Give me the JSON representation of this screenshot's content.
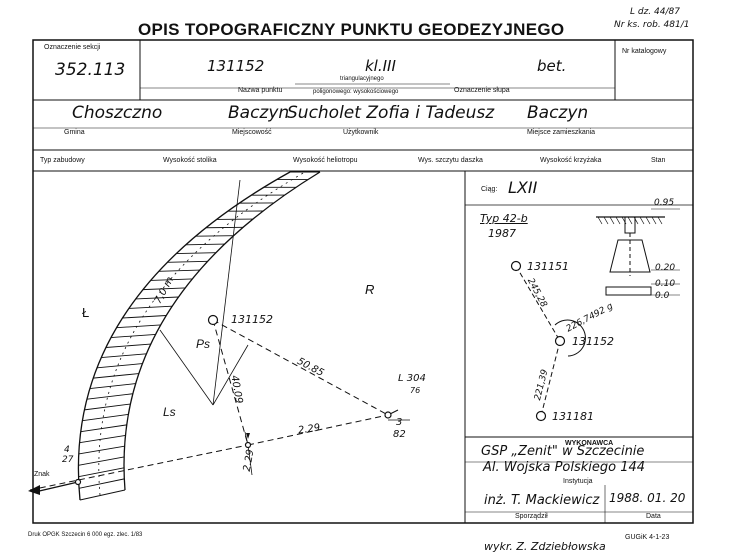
{
  "header": {
    "title": "OPIS TOPOGRAFICZNY PUNKTU GEODEZYJNEGO",
    "ref1": "L dz. 44/87",
    "ref2": "Nr ks. rob. 481/1"
  },
  "row1": {
    "oznaczenie_sekcji_label": "Oznaczenie sekcji",
    "oznaczenie_sekcji": "352.113",
    "nazwa_punktu_label": "Nazwa punktu",
    "point_number": "131152",
    "klasa": "kl.III",
    "typ_punktu_top": "triangulacyjnego",
    "typ_punktu_bottom": "poligonowego: wysokościowego",
    "oznaczenie_slupa_label": "Oznaczenie słupa",
    "oznaczenie_slupa": "bet.",
    "nr_katalogowy_label": "Nr katalogowy"
  },
  "row2": {
    "gmina_label": "Gmina",
    "gmina": "Choszczno",
    "miejscowosc_label": "Miejscowość",
    "miejscowosc": "Baczyn",
    "uzytkownik_label": "Użytkownik",
    "uzytkownik": "Sucholet Zofia i Tadeusz",
    "miejsce_zamieszkania_label": "Miejsce zamieszkania",
    "miejsce_zamieszkania": "Baczyn"
  },
  "row3": {
    "typ_zabudowy": "Typ zabudowy",
    "wysokosc_stolika": "Wysokość stolika",
    "wysokosc_heliotropu": "Wysokość heliotropu",
    "wys_szczytu_daszka": "Wys. szczytu daszka",
    "wysokosc_krzyzaka": "Wysokość krzyżaka",
    "stan": "Stan"
  },
  "sketch": {
    "label_L": "Ł",
    "label_R": "R",
    "label_Ps": "Ps",
    "label_Ls": "Ls",
    "road_width": "7,0 m",
    "point_main": "131152",
    "dist_top": "50.85",
    "dist_vert": "40.09",
    "dist_bottom": "2.29",
    "dist_left": "2.29",
    "line_num": "L 304",
    "line_sub": "76",
    "node_num_top": "3",
    "node_num_bottom": "82",
    "left_num_top": "4",
    "left_num_bottom": "27",
    "znak_label": "Znak"
  },
  "right_panel": {
    "ciag_label": "Ciąg:",
    "ciag": "LXII",
    "typ": "Typ 42-b",
    "year": "1987",
    "depth_top": "0.95",
    "depth_1": "0.20",
    "depth_2": "0.10",
    "depth_3": "0.0",
    "pt_a": "131151",
    "pt_b": "131152",
    "pt_c": "131181",
    "dist_a": "245,28",
    "angle": "226,7492 g",
    "dist_c": "221,39"
  },
  "wykonawca": {
    "label": "WYKONAWCA",
    "name": "GSP „Zenit\" w Szczecinie",
    "address": "Al. Wojska Polskiego 144",
    "instytucja_label": "Instytucja",
    "author": "inż. T. Mackiewicz",
    "date": "1988. 01. 20",
    "sporzadzil_label": "Sporządził",
    "data_label": "Data"
  },
  "footer": {
    "druk": "Druk OPGK Szczecin 6 000 egz. zlec. 1/83",
    "wykr": "wykr. Z. Zdziebłowska",
    "code": "GUGiK 4-1-23"
  }
}
